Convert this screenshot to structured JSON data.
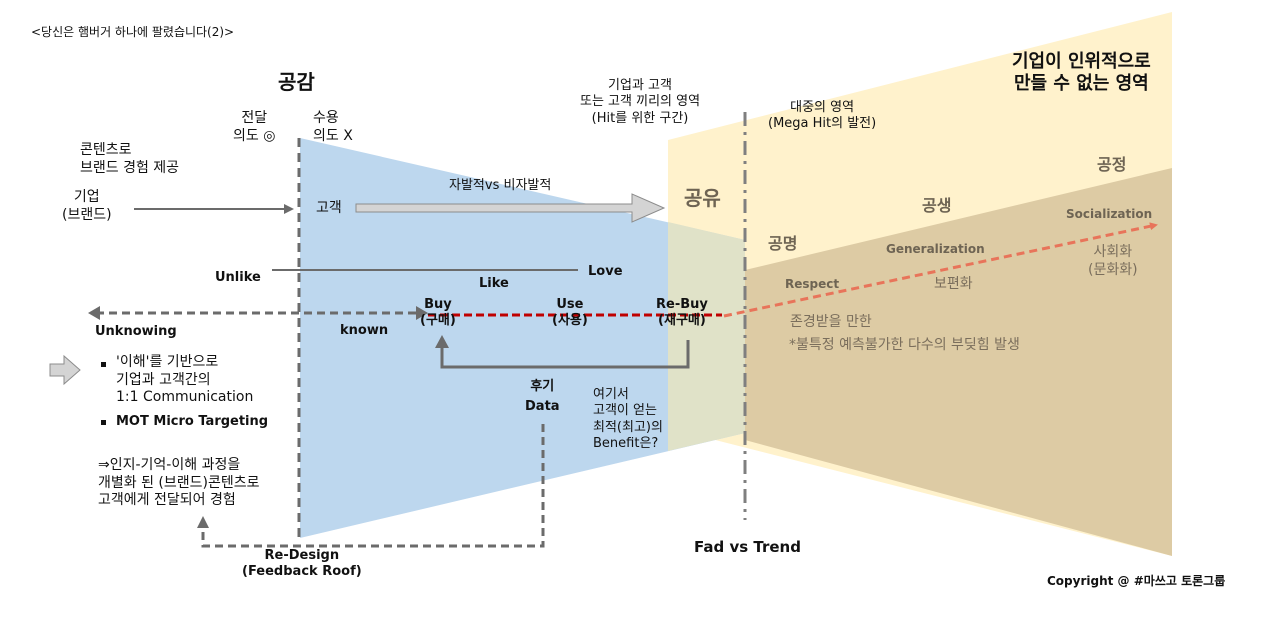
{
  "title": "<당신은 햄버거 하나에 팔렸습니다(2)>",
  "gonggam": "공감",
  "jeondal": "전달\n의도 ◎",
  "suyong": "수용\n의도 X",
  "content_brand": "콘텐츠로\n브랜드 경험 제공",
  "company_brand": "기업\n(브랜드)",
  "customer": "고객",
  "voluntary": "자발적vs 비자발적",
  "unlike": "Unlike",
  "like": "Like",
  "love": "Love",
  "unknowing": "Unknowing",
  "known": "known",
  "buy": "Buy\n(구매)",
  "use": "Use\n(사용)",
  "rebuy": "Re-Buy\n(재구매)",
  "gongyu": "공유",
  "customer_share": "기업과 고객\n또는 고객 끼리의 영역\n(Hit를 위한 구간)",
  "mass_area": "대중의 영역\n(Mega Hit의 발전)",
  "cannot_create": "기업이 인위적으로\n만들 수 없는 영역",
  "gongmyeong": "공명",
  "respect": "Respect",
  "gongsaeng": "공생",
  "generalization": "Generalization",
  "universal": "보편화",
  "gongjeong": "공정",
  "socialization": "Socialization",
  "socialize_ko": "사회화\n(문화화)",
  "respectable": "존경받을 만한",
  "unspecified": "*불특정 예측불가한 다수의 부딪힘 발생",
  "bullet1": "'이해'를 기반으로\n기업과 고객간의\n1:1 Communication",
  "bullet2": "MOT Micro Targeting",
  "process": "⇒인지-기억-이해 과정을\n개별화 된 (브랜드)콘텐츠로\n고객에게 전달되어 경험",
  "review": "후기\nData",
  "benefit": "여기서\n고객이 얻는\n최적(최고)의\nBenefit은?",
  "redesign": "Re-Design\n(Feedback Roof)",
  "fad_trend": "Fad vs Trend",
  "copyright": "Copyright @ #마쓰고 토론그룹",
  "colors": {
    "blue": "#bdd7ee",
    "light_yellow": "#fff2cc",
    "tan": "#ddcba4",
    "orange": "#e8745a",
    "gray": "#7f7f7f"
  }
}
